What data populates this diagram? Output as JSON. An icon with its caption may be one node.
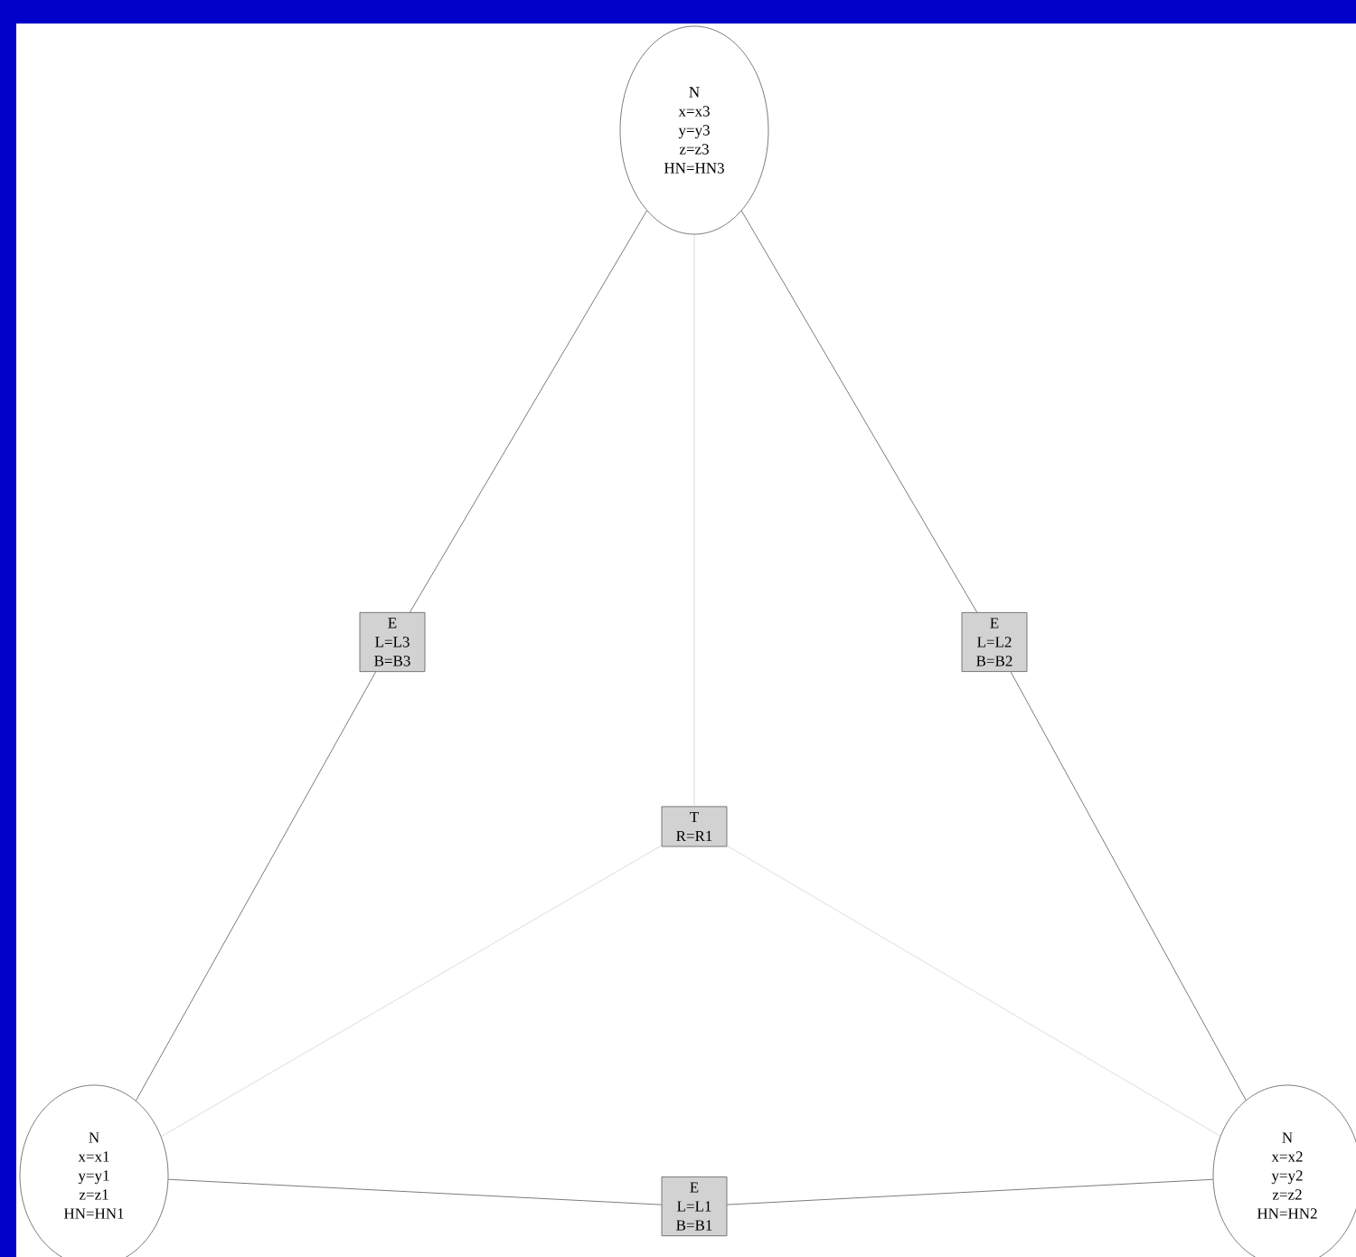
{
  "diagram": {
    "nodes": [
      {
        "text": [
          "N",
          "x=x3",
          "y=y3",
          "z=z3",
          "HN=HN3"
        ]
      },
      {
        "text": [
          "E",
          "L=L3",
          "B=B3"
        ]
      },
      {
        "text": [
          "E",
          "L=L2",
          "B=B2"
        ]
      },
      {
        "text": [
          "T",
          "R=R1"
        ]
      },
      {
        "text": [
          "N",
          "x=x1",
          "y=y1",
          "z=z1",
          "HN=HN1"
        ]
      },
      {
        "text": [
          "E",
          "L=L1",
          "B=B1"
        ]
      },
      {
        "text": [
          "N",
          "x=x2",
          "y=y2",
          "z=z2",
          "HN=HN2"
        ]
      }
    ],
    "edges": [
      {
        "from": 0,
        "to": 1,
        "arrow": "none"
      },
      {
        "from": 1,
        "to": 4,
        "arrow": "none"
      },
      {
        "from": 0,
        "to": 2,
        "arrow": "none"
      },
      {
        "from": 2,
        "to": 6,
        "arrow": "none"
      },
      {
        "from": 4,
        "to": 5,
        "arrow": "none"
      },
      {
        "from": 5,
        "to": 6,
        "arrow": "none"
      },
      {
        "from": 0,
        "to": 3,
        "arrow": "none",
        "color": "#d4d4d4"
      },
      {
        "from": 4,
        "to": 3,
        "arrow": "none",
        "color": "#d4d4d4"
      },
      {
        "from": 6,
        "to": 3,
        "arrow": "none",
        "color": "#d4d4d4"
      }
    ]
  }
}
